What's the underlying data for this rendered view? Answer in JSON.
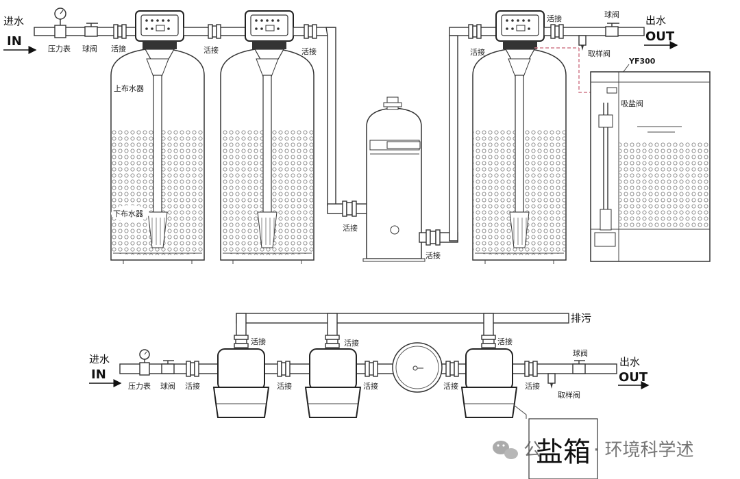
{
  "top": {
    "inlet_cn": "进水",
    "inlet_en": "IN",
    "outlet_cn": "出水",
    "outlet_en": "OUT",
    "pressure_gauge": "压力表",
    "ball_valve": "球阀",
    "union": "活接",
    "upper_distributor": "上布水器",
    "lower_distributor": "下布水器",
    "sampling_valve": "取样阀",
    "model": "YF300",
    "brine_valve": "吸盐阀"
  },
  "bottom": {
    "inlet_cn": "进水",
    "inlet_en": "IN",
    "outlet_cn": "出水",
    "outlet_en": "OUT",
    "drain": "排污",
    "pressure_gauge": "压力表",
    "ball_valve": "球阀",
    "union": "活接",
    "sampling_valve": "取样阀",
    "salt_box": "盐箱"
  },
  "watermark": {
    "text_a": "公",
    "text_b": "· 环境科学述"
  }
}
